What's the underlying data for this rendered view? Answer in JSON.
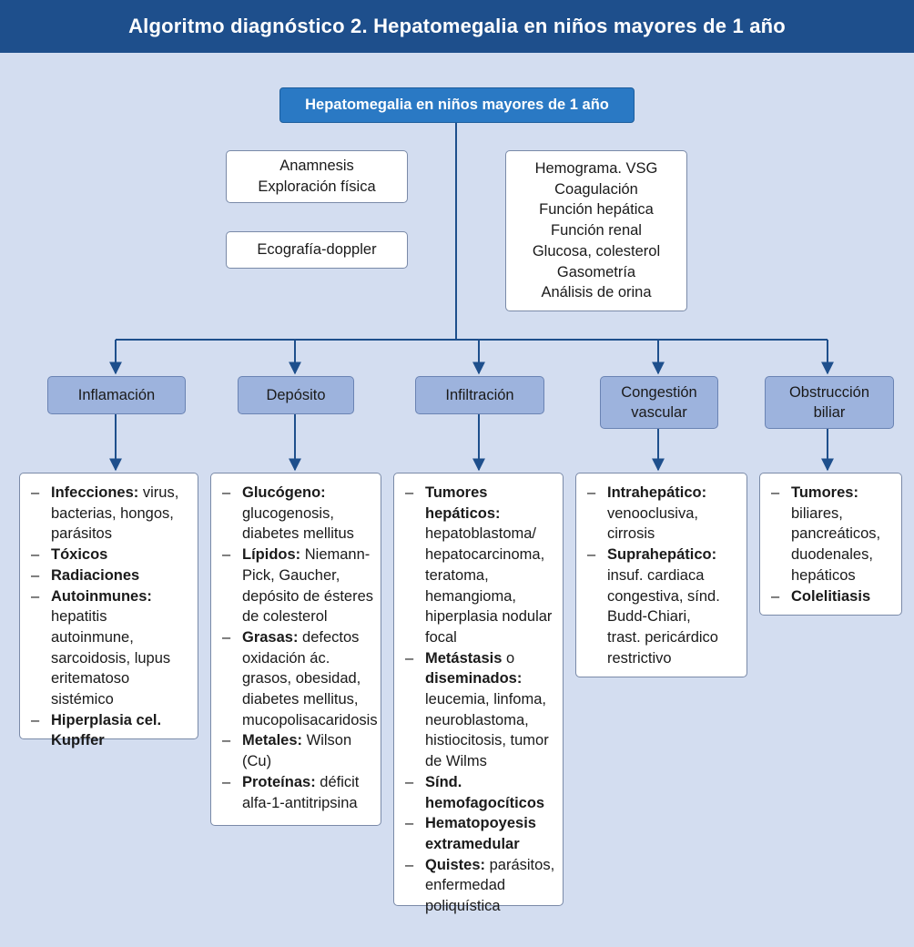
{
  "title": "Algoritmo diagnóstico 2. Hepatomegalia en niños mayores de 1 año",
  "root": "Hepatomegalia en niños mayores de 1 año",
  "eval_left": {
    "line1": "Anamnesis",
    "line2": "Exploración física"
  },
  "eval_echo": "Ecografía-doppler",
  "labs": [
    "Hemograma. VSG",
    "Coagulación",
    "Función hepática",
    "Función renal",
    "Glucosa, colesterol",
    "Gasometría",
    "Análisis de orina"
  ],
  "colors": {
    "header": "#1e4f8c",
    "root": "#2a79c4",
    "category": "#9db3dd",
    "background": "#d3ddf0",
    "arrow": "#1e4f8c"
  },
  "categories": [
    {
      "label": [
        "Inflamación"
      ],
      "items": [
        {
          "bold": [
            "Infecciones:"
          ],
          "rest": [
            " virus,",
            "bacterias, hongos,",
            "parásitos"
          ]
        },
        {
          "bold": [
            "Tóxicos"
          ],
          "rest": []
        },
        {
          "bold": [
            "Radiaciones"
          ],
          "rest": []
        },
        {
          "bold": [
            "Autoinmunes:"
          ],
          "rest": [
            "hepatitis",
            "autoinmune,",
            "sarcoidosis, lupus",
            "eritematoso sistémico"
          ]
        },
        {
          "bold": [
            "Hiperplasia cel.",
            "Kupffer"
          ],
          "rest": []
        }
      ]
    },
    {
      "label": [
        "Depósito"
      ],
      "items": [
        {
          "bold": [
            "Glucógeno:"
          ],
          "rest": [
            "glucogenosis,",
            "diabetes mellitus"
          ]
        },
        {
          "bold": [
            "Lípidos:"
          ],
          "rest": [
            " Niemann-",
            "Pick, Gaucher,",
            "depósito de ésteres",
            "de colesterol"
          ]
        },
        {
          "bold": [
            "Grasas:"
          ],
          "rest": [
            " defectos",
            "oxidación ác.",
            "grasos, obesidad,",
            "diabetes mellitus,",
            "mucopolisacaridosis"
          ]
        },
        {
          "bold": [
            "Metales:"
          ],
          "rest": [
            " Wilson (Cu)"
          ]
        },
        {
          "bold": [
            "Proteínas:"
          ],
          "rest": [
            " déficit",
            "alfa-1-antitripsina"
          ]
        }
      ]
    },
    {
      "label": [
        "Infiltración"
      ],
      "items": [
        {
          "bold": [
            "Tumores hepáticos:"
          ],
          "rest": [
            "hepatoblastoma/",
            "hepatocarcinoma,",
            "teratoma,",
            "hemangioma,",
            "hiperplasia nodular",
            "focal"
          ]
        },
        {
          "bold": [
            "Metástasis"
          ],
          "rest": [
            " o"
          ],
          "bold2": [
            "diseminados:"
          ],
          "rest2": [
            "leucemia, linfoma,",
            "neuroblastoma,",
            "histiocitosis, tumor",
            "de Wilms"
          ]
        },
        {
          "bold": [
            "Sínd.",
            "hemofagocíticos"
          ],
          "rest": []
        },
        {
          "bold": [
            "Hematopoyesis",
            "extramedular"
          ],
          "rest": []
        },
        {
          "bold": [
            "Quistes:"
          ],
          "rest": [
            " parásitos,",
            "enfermedad",
            "poliquística"
          ]
        }
      ]
    },
    {
      "label": [
        "Congestión",
        "vascular"
      ],
      "items": [
        {
          "bold": [
            "Intrahepático:"
          ],
          "rest": [
            "venooclusiva,",
            "cirrosis"
          ]
        },
        {
          "bold": [
            "Suprahepático:"
          ],
          "rest": [
            "insuf. cardiaca",
            "congestiva, sínd.",
            "Budd-Chiari,",
            "trast. pericárdico",
            "restrictivo"
          ]
        }
      ]
    },
    {
      "label": [
        "Obstrucción",
        "biliar"
      ],
      "items": [
        {
          "bold": [
            "Tumores:"
          ],
          "rest": [
            "biliares,",
            "pancreáticos,",
            "duodenales,",
            "hepáticos"
          ]
        },
        {
          "bold": [
            "Colelitiasis"
          ],
          "rest": []
        }
      ]
    }
  ]
}
